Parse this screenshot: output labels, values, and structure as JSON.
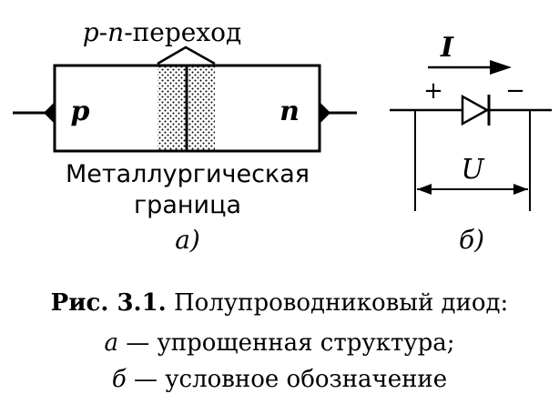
{
  "diagram": {
    "a": {
      "junction_label_p": "p",
      "junction_label_dash": "-",
      "junction_label_n": "n",
      "junction_label_rest": "-переход",
      "left_region": "p",
      "right_region": "n",
      "boundary_line1": "Металлургическая",
      "boundary_line2": "граница",
      "sub_label": "а)"
    },
    "b": {
      "current": "I",
      "plus": "+",
      "minus": "−",
      "voltage": "U",
      "sub_label": "б)"
    }
  },
  "caption": {
    "label": "Рис. 3.1.",
    "title": "Полупроводниковый диод:",
    "line2_letter": "а",
    "line2_text": "— упрощенная структура;",
    "line3_letter": "б",
    "line3_text": "— условное обозначение"
  }
}
